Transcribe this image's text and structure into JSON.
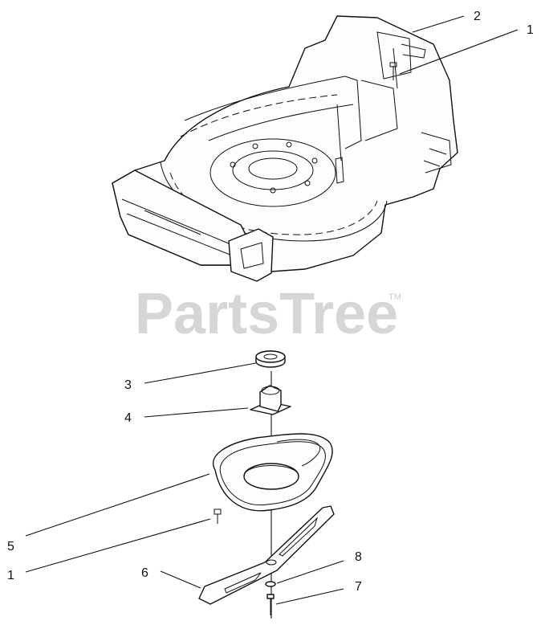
{
  "watermark": {
    "text": "PartsTree",
    "tm": "TM"
  },
  "callouts": [
    {
      "id": "2",
      "label": "2"
    },
    {
      "id": "1a",
      "label": "1"
    },
    {
      "id": "3",
      "label": "3"
    },
    {
      "id": "4",
      "label": "4"
    },
    {
      "id": "5",
      "label": "5"
    },
    {
      "id": "1b",
      "label": "1"
    },
    {
      "id": "6",
      "label": "6"
    },
    {
      "id": "8",
      "label": "8"
    },
    {
      "id": "7",
      "label": "7"
    }
  ]
}
